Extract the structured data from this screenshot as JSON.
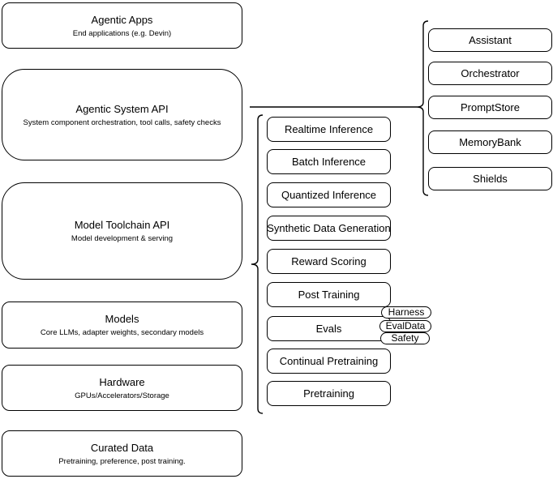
{
  "colors": {
    "stroke": "#000000",
    "fill": "#ffffff",
    "text": "#000000",
    "background": "#ffffff"
  },
  "left_column": {
    "boxes": [
      {
        "title": "Agentic Apps",
        "subtitle": "End applications (e.g. Devin)"
      },
      {
        "title": "Agentic System API",
        "subtitle": "System component orchestration, tool calls, safety checks"
      },
      {
        "title": "Model Toolchain API",
        "subtitle": "Model development & serving"
      },
      {
        "title": "Models",
        "subtitle": "Core LLMs, adapter weights, secondary models"
      },
      {
        "title": "Hardware",
        "subtitle": "GPUs/Accelerators/Storage"
      },
      {
        "title": "Curated Data",
        "subtitle": "Pretraining, preference, post training."
      }
    ]
  },
  "toolchain_column": {
    "boxes": [
      {
        "label": "Realtime Inference"
      },
      {
        "label": "Batch Inference"
      },
      {
        "label": "Quantized Inference"
      },
      {
        "label": "Synthetic Data Generation"
      },
      {
        "label": "Reward Scoring"
      },
      {
        "label": "Post Training"
      },
      {
        "label": "Evals"
      },
      {
        "label": "Continual Pretraining"
      },
      {
        "label": "Pretraining"
      }
    ]
  },
  "system_components_column": {
    "boxes": [
      {
        "label": "Assistant"
      },
      {
        "label": "Orchestrator"
      },
      {
        "label": "PromptStore"
      },
      {
        "label": "MemoryBank"
      },
      {
        "label": "Shields"
      }
    ]
  },
  "eval_tags": {
    "pills": [
      {
        "label": "Harness"
      },
      {
        "label": "EvalData"
      },
      {
        "label": "Safety"
      }
    ]
  }
}
